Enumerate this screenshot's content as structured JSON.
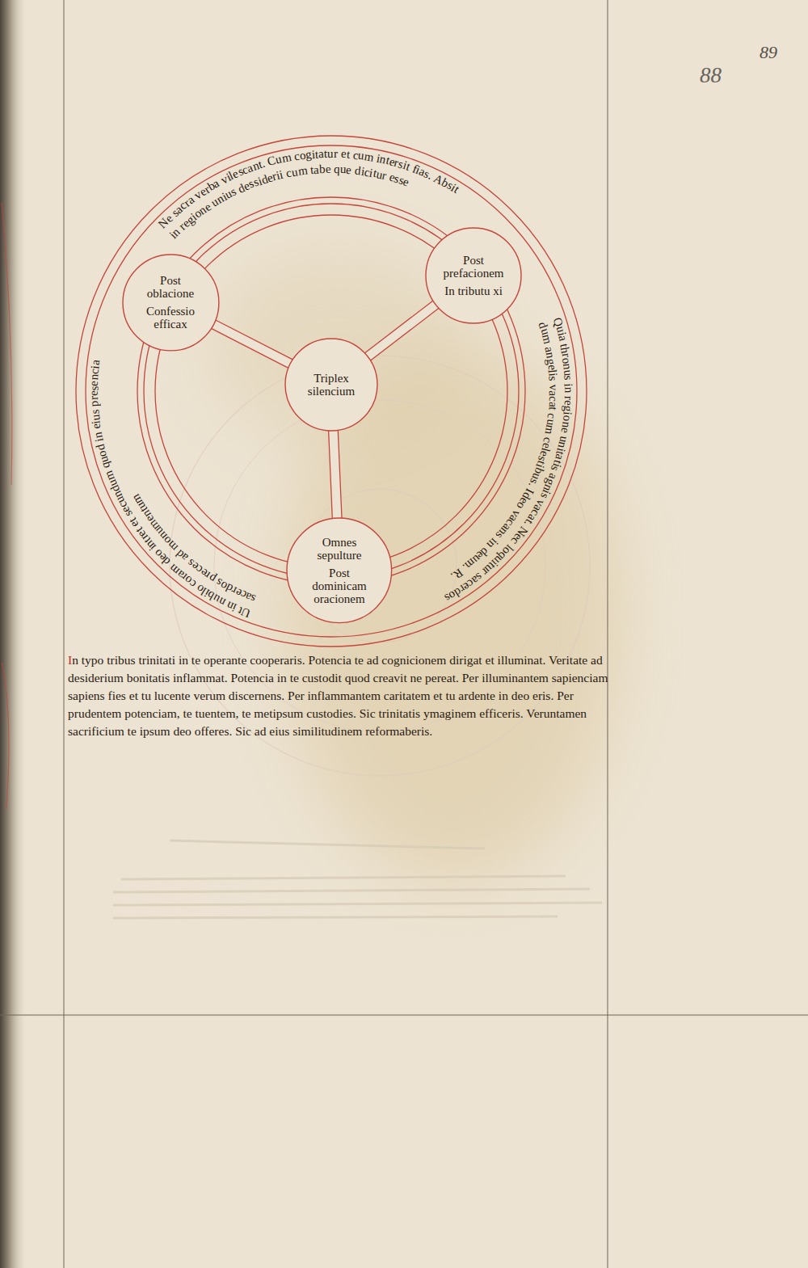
{
  "diagram": {
    "nodes": [
      {
        "text": [
          "Ne sacra verba vilescant. Cum cogitatur et cum intersit fias. Absit in regione unius dessiderii cum tabe que dicitur esse",
          "Quia thronus in regione unitatis agnis vacat. Nec loquitur sacerdos dum angelis vacat cum celestibus. Ideo vacans in deum. R.",
          "Ut in nubilo coram deo intret et secundum quod in eius presencia sacerdos preces ad monumentum"
        ]
      },
      {
        "text": [
          "Post oblacione",
          "Confessio efficax"
        ],
        "in": 0
      },
      {
        "text": [
          "Post prefacionem",
          "In tributu xi"
        ],
        "in": 0
      },
      {
        "text": [
          "Triplex silencium"
        ],
        "in": 0
      },
      {
        "text": [
          "Omnes sepulture",
          "Post dominicam oracionem"
        ],
        "in": 0
      }
    ],
    "edges": [
      {
        "from": 3,
        "to": 1,
        "arrow": "none"
      },
      {
        "from": 3,
        "to": 2,
        "arrow": "none"
      },
      {
        "from": 3,
        "to": 4,
        "arrow": "none"
      }
    ],
    "labels": [
      "88",
      "89",
      "In typo tribus trinitati in te operante cooperaris. Potencia te ad cognicionem dirigat et illuminat. Veritate ad desiderium bonitatis inflammat. Potencia in te custodit quod creavit ne pereat. Per illuminantem sapienciam sapiens fies et tu lucente verum discernens. Per inflammantem caritatem et tu ardente in deo eris. Per prudentem potenciam, te tuentem, te metipsum custodies. Sic trinitatis ymaginem efficeris. Veruntamen sacrificium te ipsum deo offeres. Sic ad eius similitudinem reformaberis."
    ]
  }
}
